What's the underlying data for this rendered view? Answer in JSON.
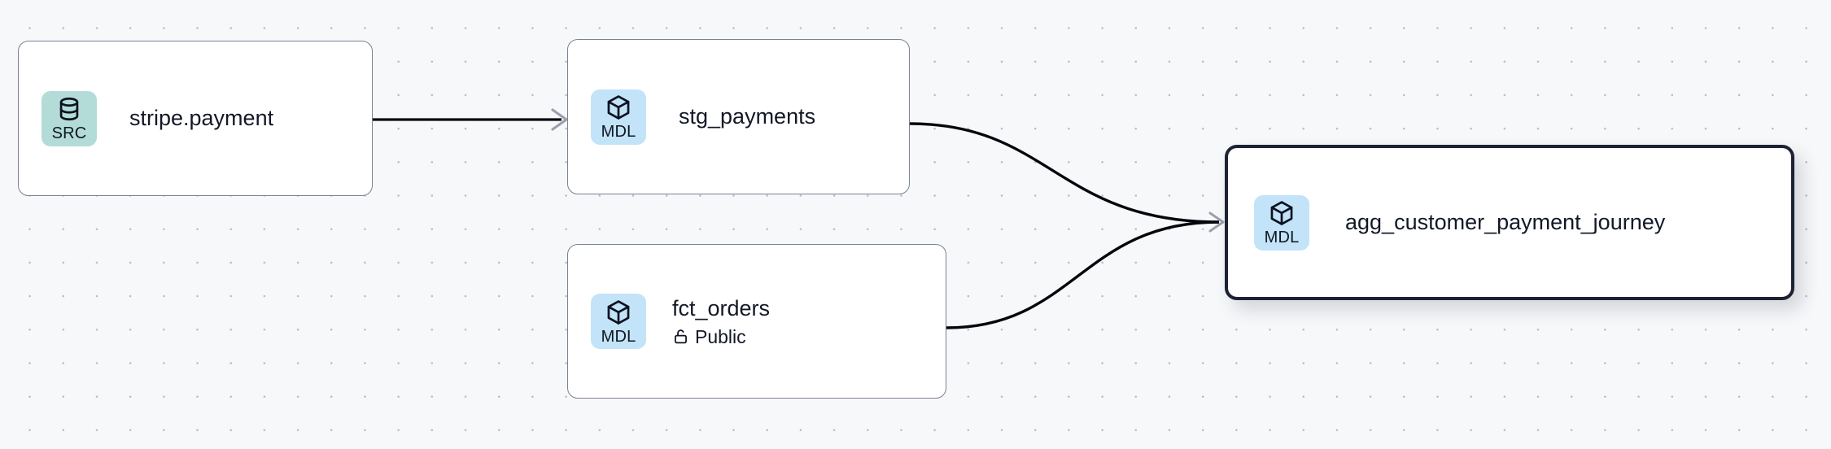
{
  "canvas": {
    "background_color": "#f7f8fa",
    "dot_color": "#b8bcc8",
    "edge_color": "#05070c",
    "arrow_color": "#9aa0ad"
  },
  "badges": {
    "source": {
      "label": "SRC",
      "color": "#b3dcd8",
      "icon": "database-icon"
    },
    "model": {
      "label": "MDL",
      "color": "#c2e3f8",
      "icon": "cube-icon"
    }
  },
  "graph": {
    "nodes": [
      {
        "id": "stripe_payment",
        "title": "stripe.payment",
        "badge_label": "SRC",
        "badge_icon": "database-icon",
        "selected": false
      },
      {
        "id": "stg_payments",
        "title": "stg_payments",
        "badge_label": "MDL",
        "badge_icon": "cube-icon",
        "selected": false
      },
      {
        "id": "fct_orders",
        "title": "fct_orders",
        "subtitle": "Public",
        "subtitle_icon": "unlock-icon",
        "badge_label": "MDL",
        "badge_icon": "cube-icon",
        "selected": false
      },
      {
        "id": "agg_customer_payment_journey",
        "title": "agg_customer_payment_journey",
        "badge_label": "MDL",
        "badge_icon": "cube-icon",
        "selected": true
      }
    ],
    "edges": [
      {
        "from": "stripe_payment",
        "to": "stg_payments",
        "style": "straight"
      },
      {
        "from": "stg_payments",
        "to": "agg_customer_payment_journey",
        "style": "bezier"
      },
      {
        "from": "fct_orders",
        "to": "agg_customer_payment_journey",
        "style": "bezier"
      }
    ]
  }
}
